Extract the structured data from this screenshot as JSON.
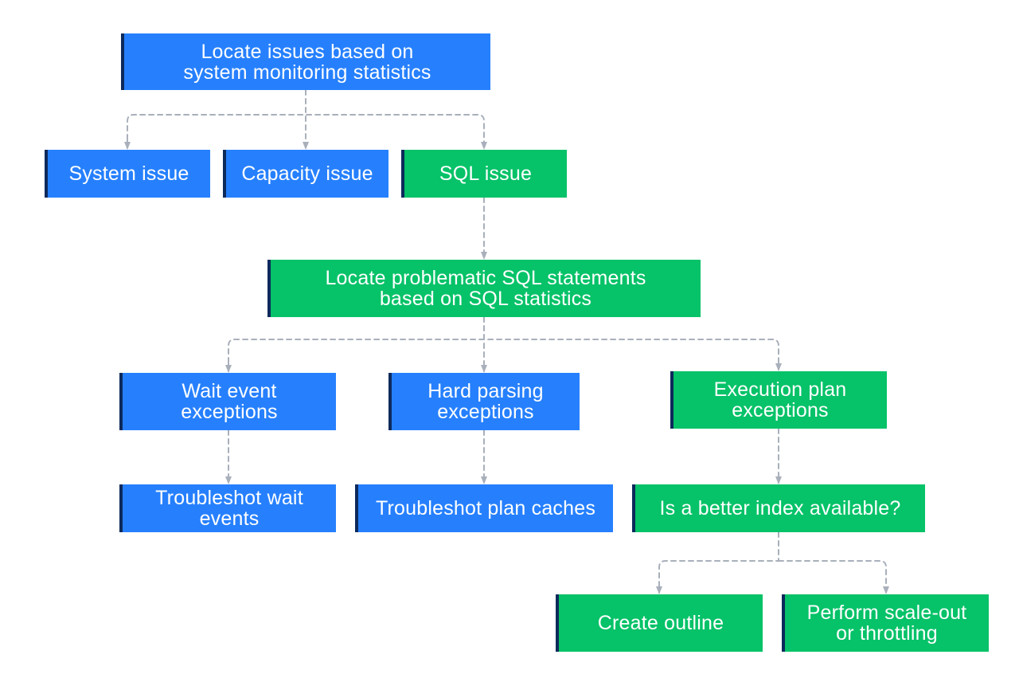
{
  "colors": {
    "blue": "#2680fe",
    "green": "#06c268",
    "accent_bar": "#0d2a5c",
    "connector": "#a9b0bb"
  },
  "nodes": {
    "root": "Locate issues based on\nsystem monitoring statistics",
    "system_issue": "System issue",
    "capacity_issue": "Capacity issue",
    "sql_issue": "SQL issue",
    "locate_sql": "Locate problematic SQL statements\nbased on SQL statistics",
    "wait_event": "Wait event\nexceptions",
    "hard_parsing": "Hard parsing\nexceptions",
    "execution_plan": "Execution plan\nexceptions",
    "troubleshoot_wait": "Troubleshot wait\nevents",
    "troubleshoot_plan": "Troubleshot plan caches",
    "better_index": "Is a better index available?",
    "create_outline": "Create outline",
    "scale_out": "Perform scale-out\nor throttling"
  }
}
